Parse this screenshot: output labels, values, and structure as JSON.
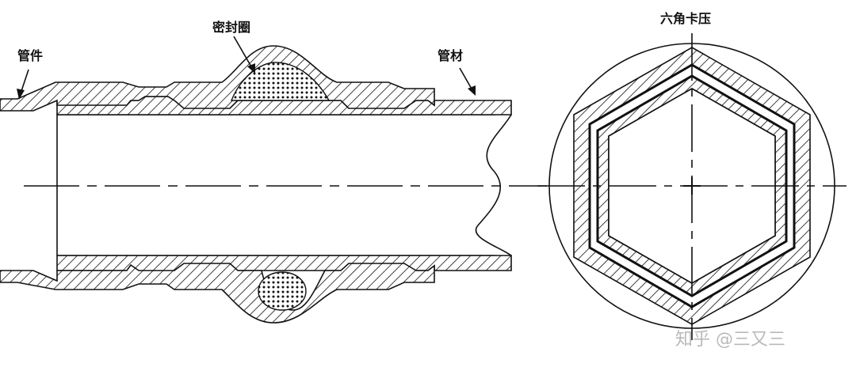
{
  "labels": {
    "fitting": "管件",
    "seal_ring": "密封圈",
    "pipe": "管材",
    "hex_press": "六角卡压"
  },
  "watermark": "知乎 @三又三",
  "colors": {
    "line": "#111111",
    "background": "#ffffff",
    "watermark": "#b9b9b9"
  }
}
